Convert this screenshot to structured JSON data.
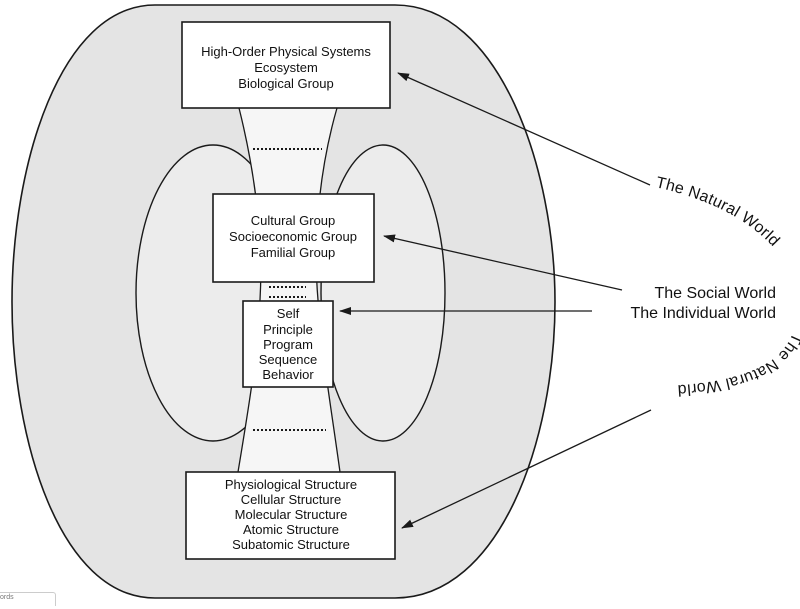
{
  "colors": {
    "outer_fill": "#e4e4e4",
    "inner_fill": "#ececec",
    "center_fill": "#f6f6f6",
    "box_fill": "#ffffff",
    "stroke": "#1a1a1a"
  },
  "boxes": {
    "top": {
      "lines": [
        "High-Order Physical Systems",
        "Ecosystem",
        "Biological Group"
      ]
    },
    "social": {
      "lines": [
        "Cultural Group",
        "Socioeconomic Group",
        "Familial Group"
      ]
    },
    "self": {
      "lines": [
        "Self",
        "Principle",
        "Program",
        "Sequence",
        "Behavior"
      ]
    },
    "bottom": {
      "lines": [
        "Physiological Structure",
        "Cellular Structure",
        "Molecular Structure",
        "Atomic Structure",
        "Subatomic Structure"
      ]
    }
  },
  "labels": {
    "natural_world_upper": "The Natural World",
    "social_world": "The Social World",
    "individual_world": "The Individual World",
    "natural_world_lower": "The Natural World"
  },
  "corner_label": "ords"
}
